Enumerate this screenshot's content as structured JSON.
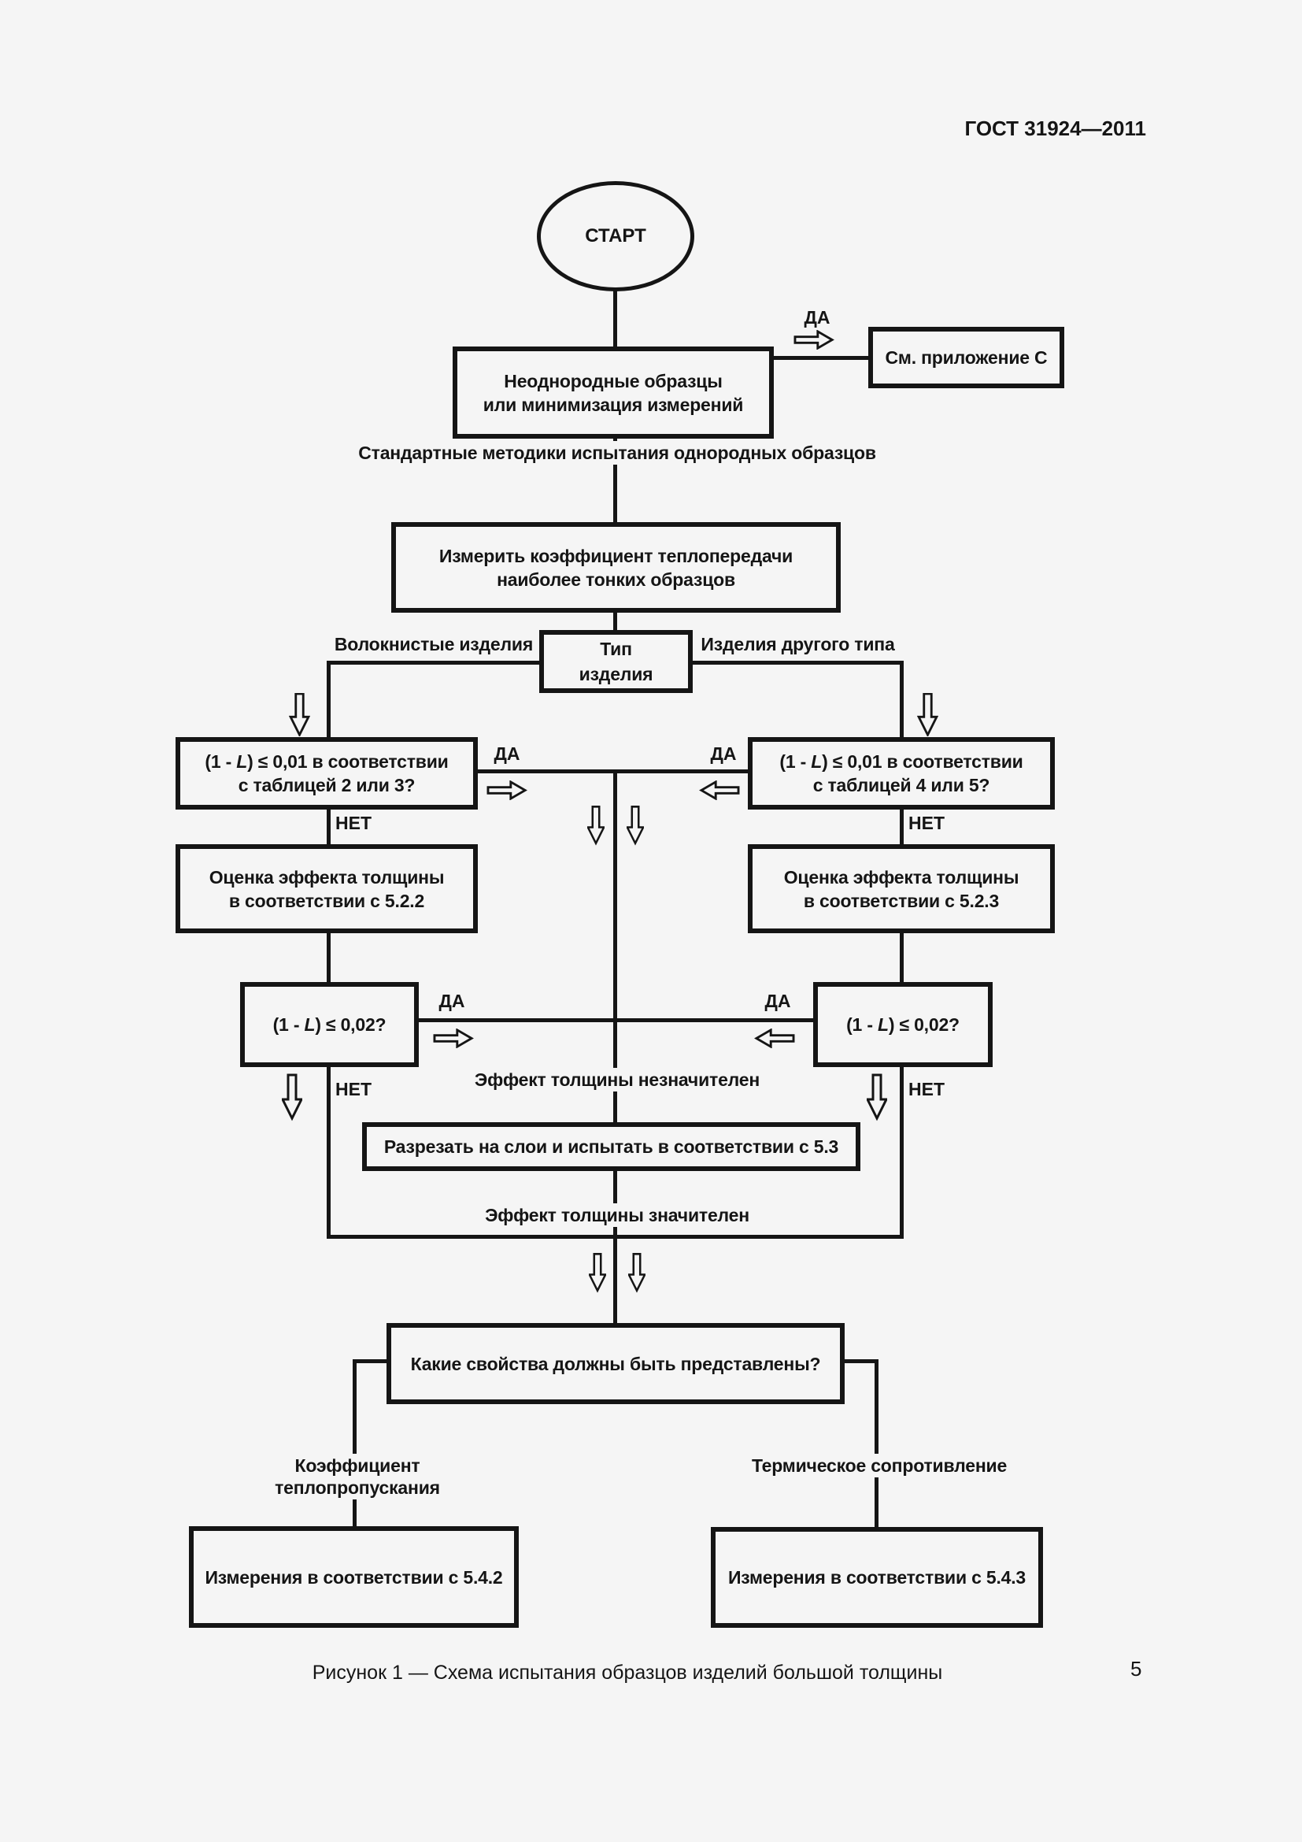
{
  "page": {
    "header": "ГОСТ 31924—2011",
    "caption": "Рисунок 1 — Схема испытания образцов изделий большой толщины",
    "page_number": "5"
  },
  "labels": {
    "yes": "ДА",
    "no": "НЕТ"
  },
  "formula": {
    "open": "(1 - ",
    "var": "L",
    "le001": ") ≤ 0,01 в соответствии",
    "le002": ") ≤ 0,02?",
    "tables23": "с таблицей 2 или 3?",
    "tables45": "с таблицей 4 или 5?"
  },
  "nodes": {
    "start": "СТАРТ",
    "samples1": "Неоднородные образцы",
    "samples2": "или минимизация измерений",
    "appendix": "См. приложение С",
    "standard": "Стандартные методики испытания однородных образцов",
    "measure1": "Измерить коэффициент теплопередачи",
    "measure2": "наиболее тонких образцов",
    "type1": "Тип",
    "type2": "изделия",
    "fibrous": "Волокнистые изделия",
    "other": "Изделия другого типа",
    "assess1": "Оценка эффекта толщины",
    "assess22": "в соответствии с 5.2.2",
    "assess23": "в соответствии с 5.2.3",
    "insignificant": "Эффект толщины незначителен",
    "cut": "Разрезать на слои и испытать в соответствии с 5.3",
    "significant": "Эффект толщины значителен",
    "properties": "Какие свойства должны быть представлены?",
    "transmittance": "Коэффициент теплопропускания",
    "resistance": "Термическое сопротивление",
    "meas542": "Измерения в соответствии с 5.4.2",
    "meas543": "Измерения в соответствии с 5.4.3"
  }
}
